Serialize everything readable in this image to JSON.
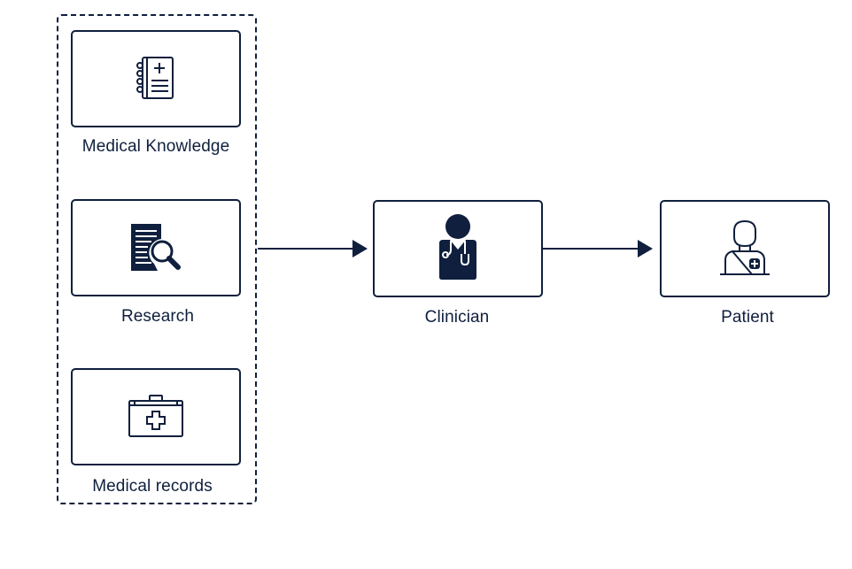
{
  "diagram": {
    "sources": [
      {
        "label": "Medical Knowledge",
        "icon": "medical-book-icon"
      },
      {
        "label": "Research",
        "icon": "document-search-icon"
      },
      {
        "label": "Medical records",
        "icon": "medical-kit-icon"
      }
    ],
    "clinician": {
      "label": "Clinician",
      "icon": "doctor-icon"
    },
    "patient": {
      "label": "Patient",
      "icon": "patient-icon"
    },
    "colors": {
      "ink": "#0f1f3d",
      "background": "#ffffff"
    }
  }
}
